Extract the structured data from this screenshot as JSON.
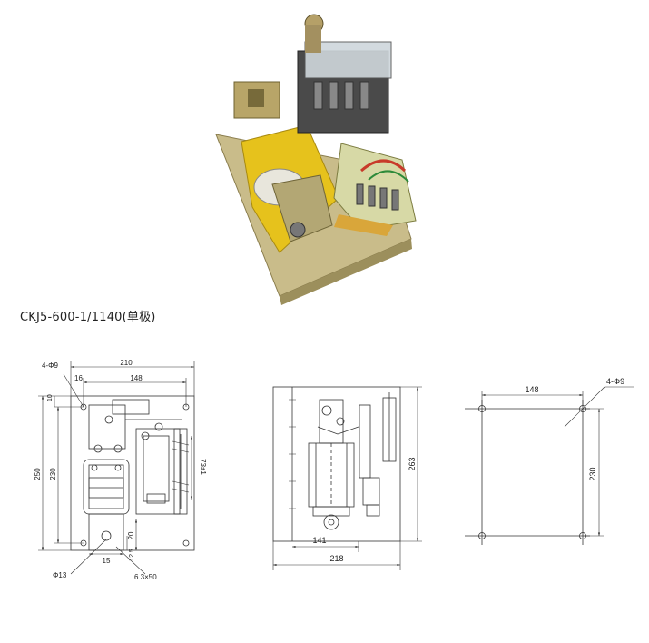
{
  "product": {
    "title": "CKJ5-600-1/1140(单极)"
  },
  "front_view": {
    "hole_note": "4-Φ9",
    "dim_overall_width": "210",
    "dim_hole_offset": "16",
    "dim_hole_spacing": "148",
    "dim_top_offset": "10",
    "dim_overall_height": "250",
    "dim_hole_height": "230",
    "dim_coil": "73±1",
    "dim_terminal_height": "20",
    "dim_terminal_offset": "12.5",
    "dim_terminal_width": "15",
    "terminal_hole": "Φ13",
    "busbar": "6.3×50"
  },
  "side_view": {
    "dim_height": "263",
    "dim_depth_inner": "141",
    "dim_depth_total": "218"
  },
  "mounting_view": {
    "dim_hole_spacing_x": "148",
    "hole_note": "4-Φ9",
    "dim_hole_spacing_y": "230"
  }
}
